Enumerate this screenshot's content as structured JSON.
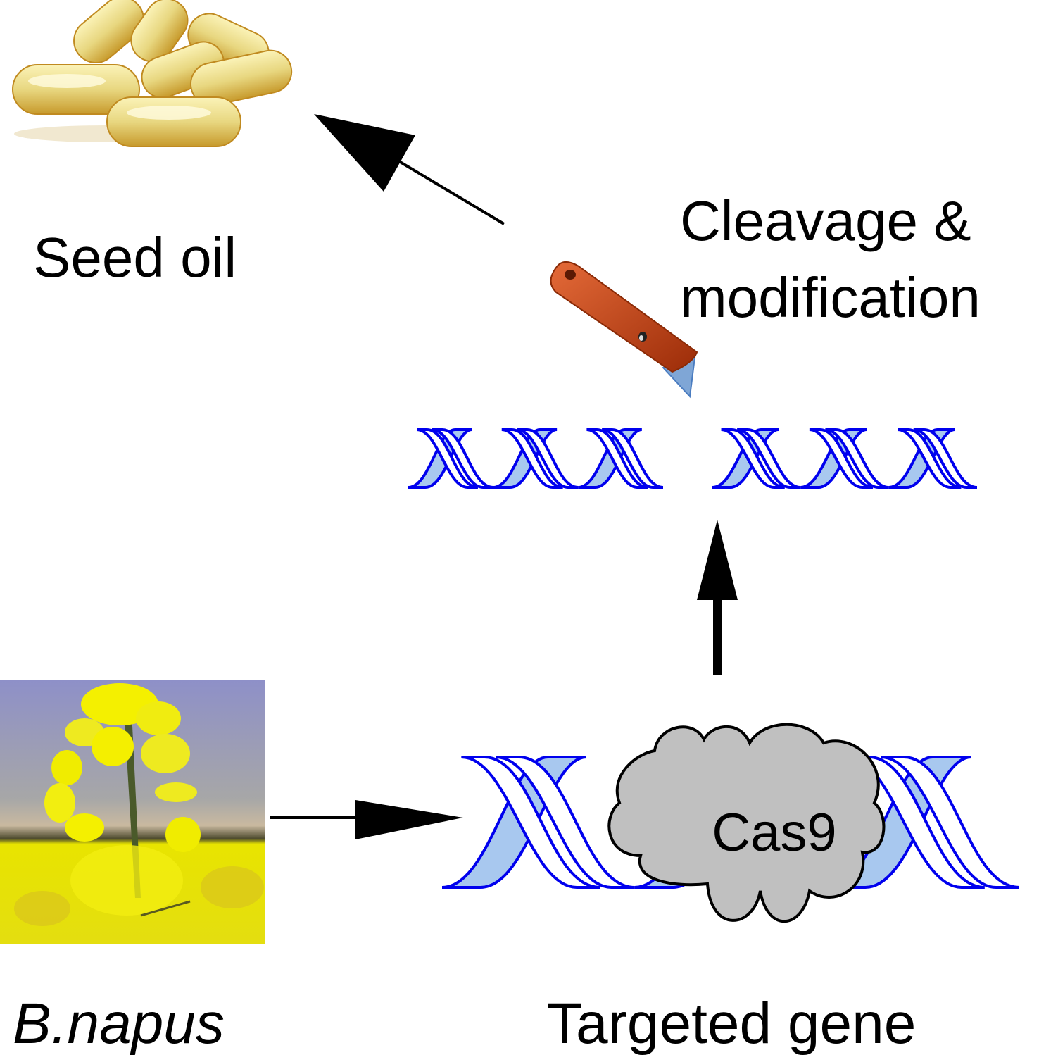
{
  "labels": {
    "seed_oil": "Seed oil",
    "cleavage_line1": "Cleavage &",
    "cleavage_line2": "modification",
    "cas9": "Cas9",
    "species": "B.napus",
    "targeted_gene": "Targeted gene"
  },
  "colors": {
    "dna_stroke": "#0000ee",
    "dna_fill": "#a8c8ef",
    "cas9_fill": "#c0c0c0",
    "arrow": "#000000",
    "knife_handle": "#c9420e",
    "knife_blade": "#7fa6d6"
  },
  "flow": [
    {
      "from": "B.napus",
      "to": "Targeted gene"
    },
    {
      "from": "Targeted gene",
      "to": "Cleavage & modification"
    },
    {
      "from": "Cleavage & modification",
      "to": "Seed oil"
    }
  ]
}
